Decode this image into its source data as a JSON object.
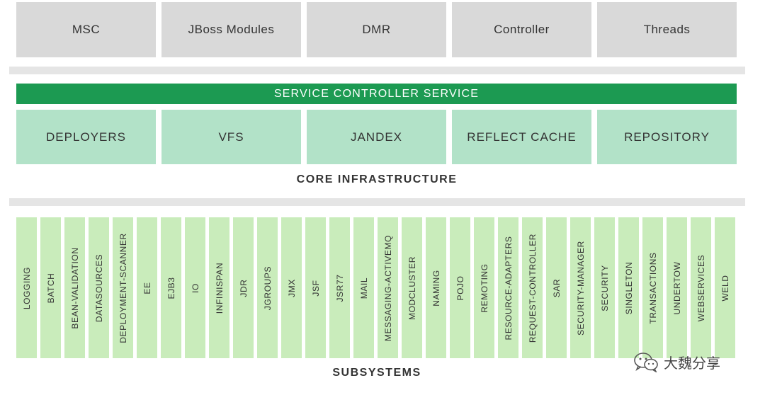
{
  "top_row": [
    "MSC",
    "JBoss Modules",
    "DMR",
    "Controller",
    "Threads"
  ],
  "service_controller": "SERVICE CONTROLLER SERVICE",
  "core_row": [
    "DEPLOYERS",
    "VFS",
    "JANDEX",
    "REFLECT CACHE",
    "REPOSITORY"
  ],
  "core_label": "CORE INFRASTRUCTURE",
  "subsystems": [
    "LOGGING",
    "BATCH",
    "BEAN-VALIDATION",
    "DATASOURCES",
    "DEPLOYMENT-SCANNER",
    "EE",
    "EJB3",
    "IO",
    "INFINISPAN",
    "JDR",
    "JGROUPS",
    "JMX",
    "JSF",
    "JSR77",
    "MAIL",
    "MESSAGING-ACTIVEMQ",
    "MODCLUSTER",
    "NAMING",
    "POJO",
    "REMOTING",
    "RESOURCE-ADAPTERS",
    "REQUEST-CONTROLLER",
    "SAR",
    "SECURITY-MANAGER",
    "SECURITY",
    "SINGLETON",
    "TRANSACTIONS",
    "UNDERTOW",
    "WEBSERVICES",
    "WELD"
  ],
  "subsystems_label": "SUBSYSTEMS",
  "watermark": "大魏分享",
  "colors": {
    "gray": "#d9d9d9",
    "mint": "#b2e2c8",
    "green": "#1c9a52",
    "subsystem": "#c9ecbb"
  }
}
